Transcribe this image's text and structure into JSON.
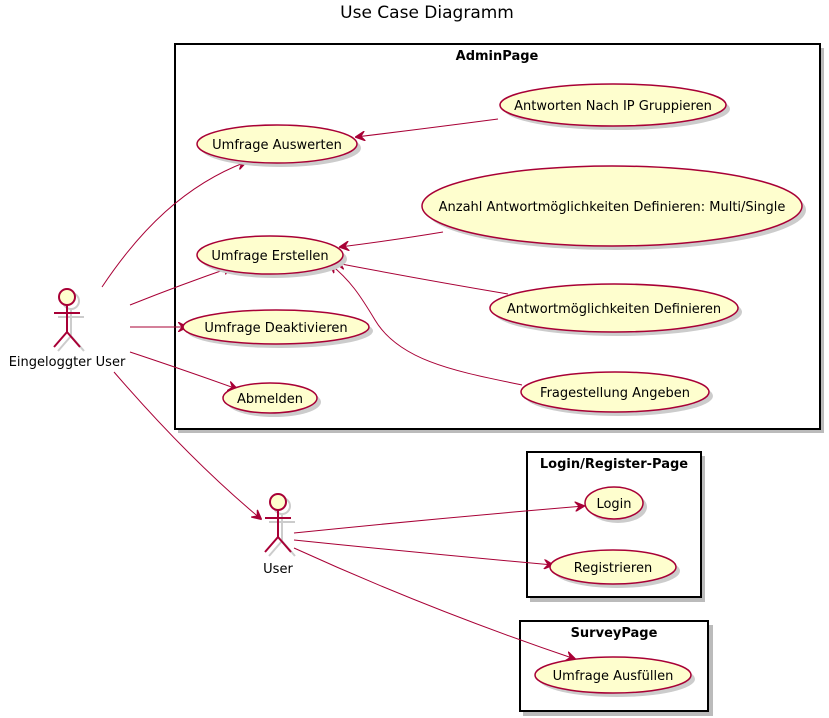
{
  "diagram": {
    "title": "Use Case Diagramm",
    "colors": {
      "usecase_fill": "#FEFECE",
      "line": "#A80036",
      "package_border": "#000000"
    },
    "packages": {
      "admin": "AdminPage",
      "login": "Login/Register-Page",
      "survey": "SurveyPage"
    },
    "actors": {
      "logged_in": "Eingeloggter User",
      "user": "User"
    },
    "usecases": {
      "auswerten": "Umfrage Auswerten",
      "gruppieren": "Antworten Nach IP Gruppieren",
      "anzahl": "Anzahl Antwortmöglichkeiten Definieren: Multi/Single",
      "erstellen": "Umfrage Erstellen",
      "antwortmoeglichkeiten": "Antwortmöglichkeiten Definieren",
      "deaktivieren": "Umfrage Deaktivieren",
      "abmelden": "Abmelden",
      "fragestellung": "Fragestellung Angeben",
      "login": "Login",
      "registrieren": "Registrieren",
      "ausfuellen": "Umfrage Ausfüllen"
    }
  }
}
